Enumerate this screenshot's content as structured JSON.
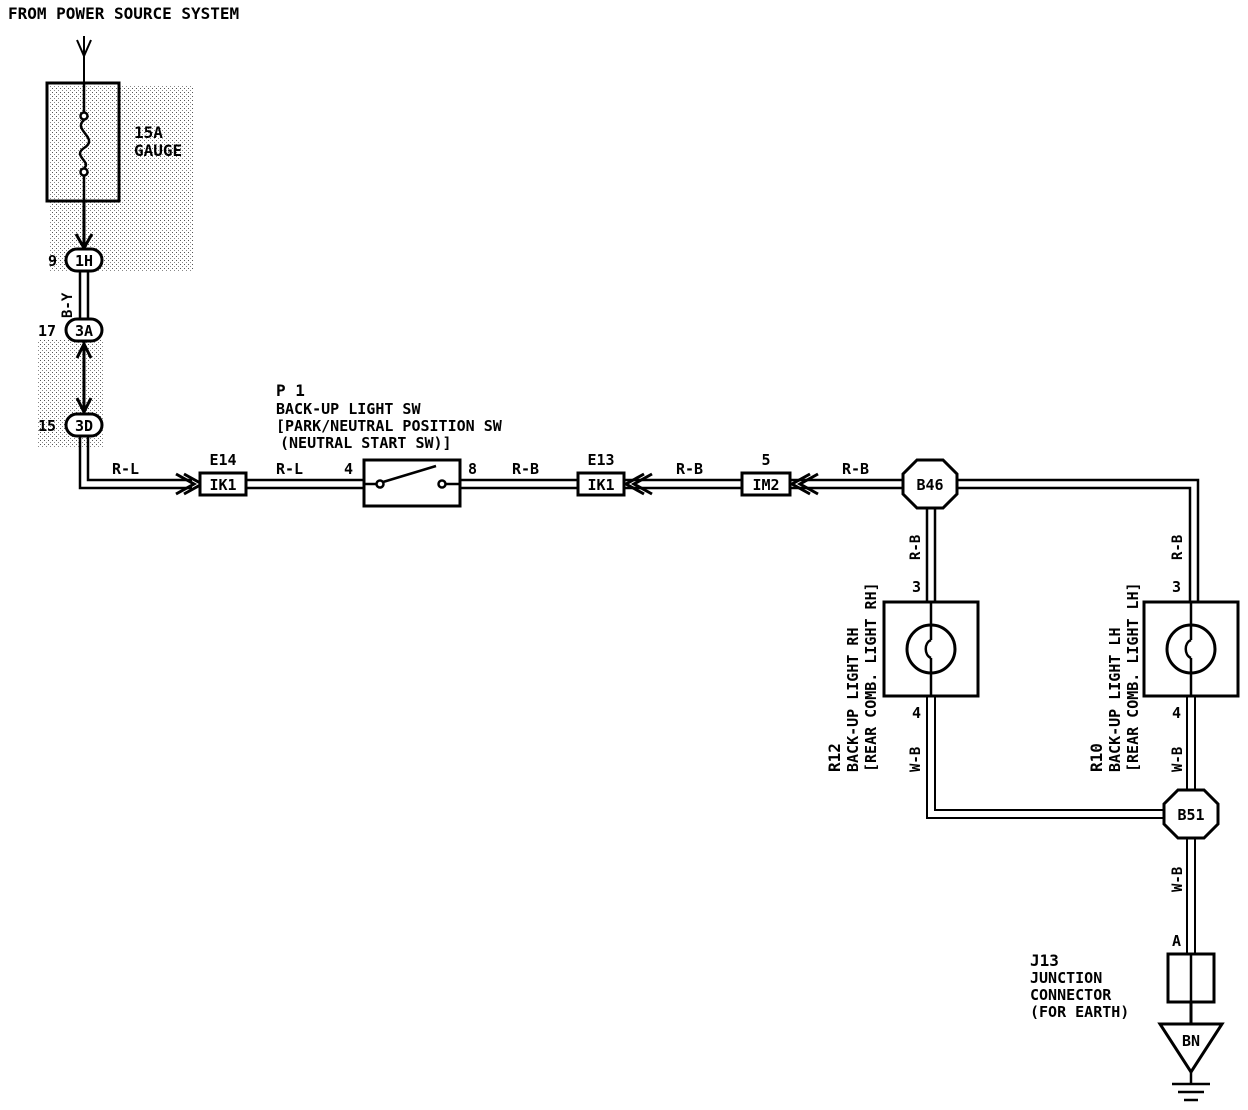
{
  "header": {
    "source": "FROM POWER SOURCE SYSTEM"
  },
  "fuse": {
    "amp": "15A",
    "name": "GAUGE"
  },
  "connectors": {
    "c1h": {
      "id": "1H",
      "pin": "9"
    },
    "c3a": {
      "id": "3A",
      "pin": "17"
    },
    "c3d": {
      "id": "3D",
      "pin": "15"
    },
    "ik1_left": {
      "id": "IK1",
      "code": "E14"
    },
    "ik1_right": {
      "id": "IK1",
      "code": "E13"
    },
    "im2": {
      "id": "IM2",
      "pin": "5"
    }
  },
  "wires": {
    "by": "B-Y",
    "rl1": "R-L",
    "rl2": "R-L",
    "rb1": "R-B",
    "rb2": "R-B",
    "rb3": "R-B",
    "rb_rh": "R-B",
    "rb_lh": "R-B",
    "wb_rh": "W-B",
    "wb_lh": "W-B",
    "wb_j13": "W-B"
  },
  "switch": {
    "code": "P 1",
    "line1": "BACK-UP LIGHT SW",
    "line2": "[PARK/NEUTRAL POSITION SW",
    "line3": "(NEUTRAL START SW)]",
    "pin_in": "4",
    "pin_out": "8"
  },
  "splices": {
    "b46": "B46",
    "b51": "B51"
  },
  "light_rh": {
    "code": "R12",
    "line1": "BACK-UP LIGHT RH",
    "line2": "[REAR COMB. LIGHT RH]",
    "pin_top": "3",
    "pin_bot": "4"
  },
  "light_lh": {
    "code": "R10",
    "line1": "BACK-UP LIGHT LH",
    "line2": "[REAR COMB. LIGHT LH]",
    "pin_top": "3",
    "pin_bot": "4"
  },
  "junction": {
    "code": "J13",
    "line1": "JUNCTION",
    "line2": "CONNECTOR",
    "line3": "(FOR EARTH)",
    "pin": "A"
  },
  "ground": {
    "id": "BN"
  }
}
